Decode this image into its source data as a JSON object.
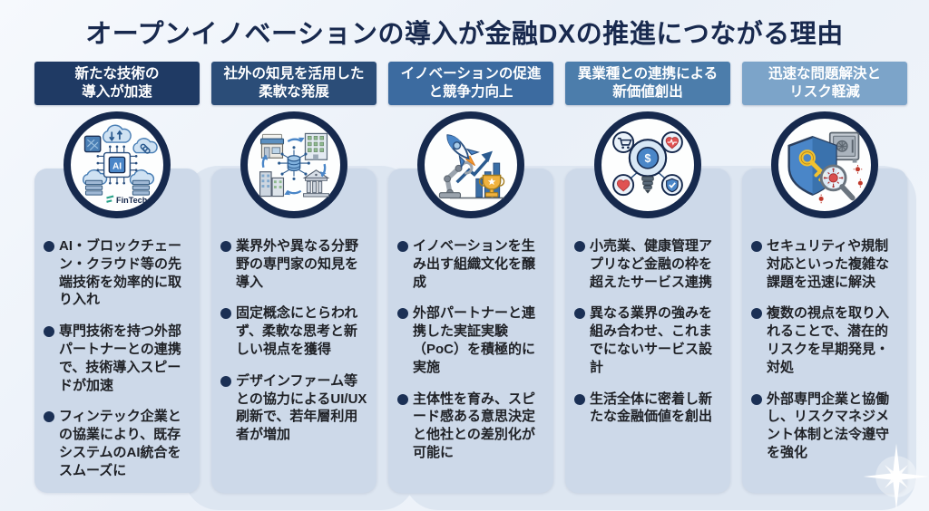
{
  "title": "オープンイノベーションの導入が金融DXの推進につながる理由",
  "icon_text": {
    "ai": "AI",
    "fintech": "FinTech",
    "dollar": "$"
  },
  "columns": [
    {
      "header_line1": "新たな技術の",
      "header_line2": "導入が加速",
      "header_color": "#1f3a64",
      "icon": "ai-fintech-icon",
      "bullets": [
        "AI・ブロックチェーン・クラウド等の先端技術を効率的に取り入れ",
        "専門技術を持つ外部パートナーとの連携で、技術導入スピードが加速",
        "フィンテック企業との協業により、既存システムのAI統合をスムーズに"
      ]
    },
    {
      "header_line1": "社外の知見を活用した",
      "header_line2": "柔軟な発展",
      "header_color": "#2b4d78",
      "icon": "business-network-icon",
      "bullets": [
        "業界外や異なる分野野の専門家の知見を導入",
        "固定概念にとらわれず、柔軟な思考と新しい視点を獲得",
        "デザインファーム等との協力によるUI/UX刷新で、若年層利用者が増加"
      ]
    },
    {
      "header_line1": "イノベーションの促進",
      "header_line2": "と競争力向上",
      "header_color": "#3c6ba0",
      "icon": "rocket-growth-icon",
      "bullets": [
        "イノベーションを生み出す組織文化を醸成",
        "外部パートナーと連携した実証実験（PoC）を積極的に実施",
        "主体性を育み、スピード感ある意思決定と他社との差別化が可能に"
      ]
    },
    {
      "header_line1": "異業種との連携による",
      "header_line2": "新価値創出",
      "header_color": "#4c7dab",
      "icon": "idea-services-icon",
      "bullets": [
        "小売業、健康管理アプリなど金融の枠を超えたサービス連携",
        "異なる業界の強みを組み合わせ、これまでにないサービス設計",
        "生活全体に密着し新たな金融価値を創出"
      ]
    },
    {
      "header_line1": "迅速な問題解決と",
      "header_line2": "リスク軽減",
      "header_color": "#7ca4c9",
      "icon": "security-risk-icon",
      "bullets": [
        "セキュリティや規制対応といった複雑な課題を迅速に解決",
        "複数の視点を取り入れることで、潜在的リスクを早期発見・対処",
        "外部専門企業と協働し、リスクマネジメント体制と法令遵守を強化"
      ]
    }
  ]
}
